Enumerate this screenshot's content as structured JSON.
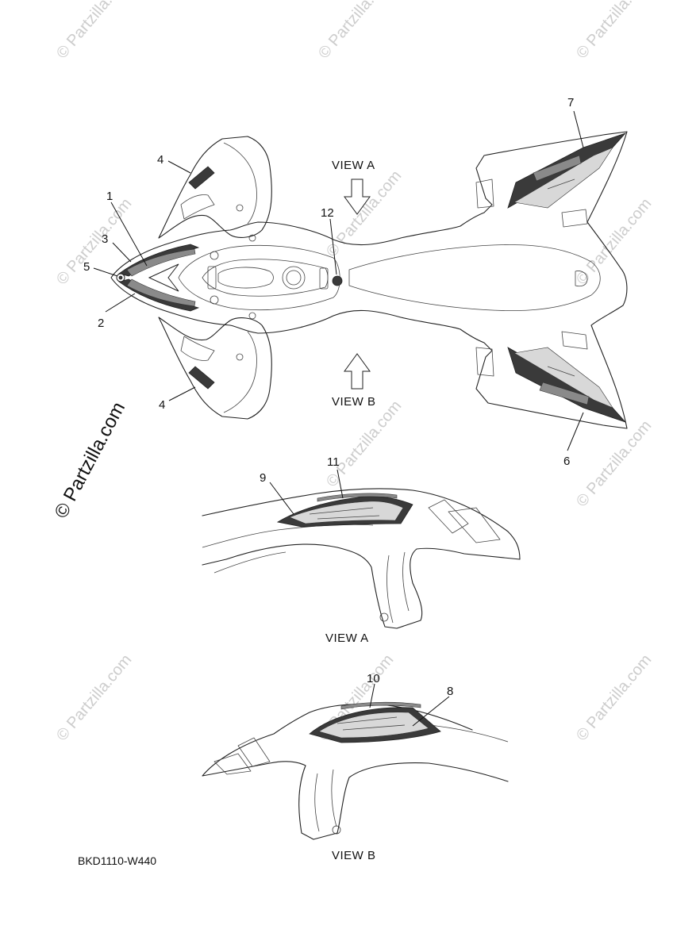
{
  "diagram": {
    "part_code": "BKD1110-W440",
    "view_a_label": "VIEW A",
    "view_b_label": "VIEW B",
    "callouts": [
      "1",
      "2",
      "3",
      "4",
      "4",
      "5",
      "6",
      "7",
      "8",
      "9",
      "10",
      "11",
      "12"
    ],
    "watermark_text": "© Partzilla.com",
    "watermark_main": "© Partzilla.com"
  }
}
